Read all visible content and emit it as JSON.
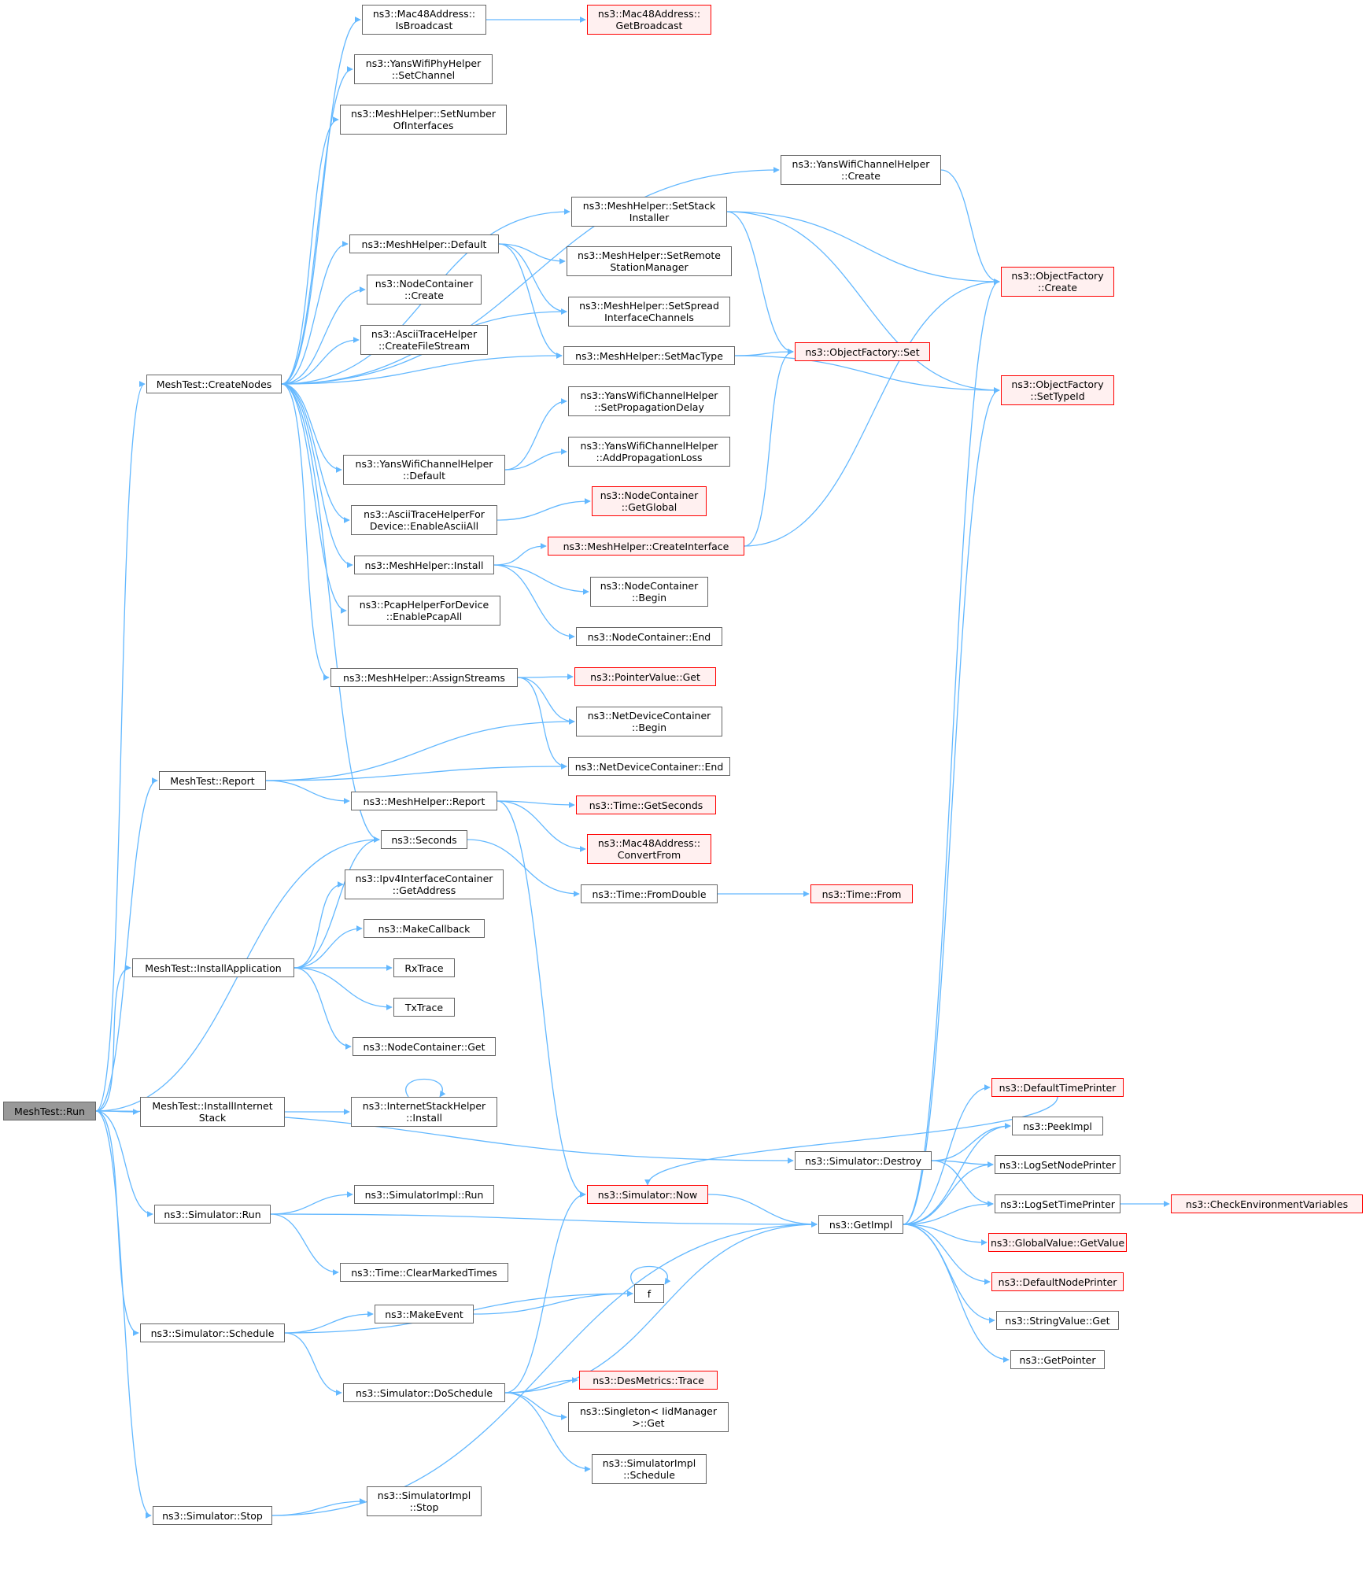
{
  "colors": {
    "edge": "#63b8ff",
    "node_border": "#666666",
    "node_fill": "#ffffff",
    "truncated_border": "#ff0000",
    "truncated_fill": "#fff0f0",
    "root_fill": "#999999"
  },
  "nodes": {
    "run_main": {
      "lines": [
        "MeshTest::Run"
      ],
      "kind": "root"
    },
    "create_nodes": {
      "lines": [
        "MeshTest::CreateNodes"
      ],
      "kind": "normal"
    },
    "report_test": {
      "lines": [
        "MeshTest::Report"
      ],
      "kind": "normal"
    },
    "install_app": {
      "lines": [
        "MeshTest::InstallApplication"
      ],
      "kind": "normal"
    },
    "install_inet": {
      "lines": [
        "MeshTest::InstallInternet",
        "Stack"
      ],
      "kind": "normal"
    },
    "sim_run": {
      "lines": [
        "ns3::Simulator::Run"
      ],
      "kind": "normal"
    },
    "sim_schedule": {
      "lines": [
        "ns3::Simulator::Schedule"
      ],
      "kind": "normal"
    },
    "sim_stop": {
      "lines": [
        "ns3::Simulator::Stop"
      ],
      "kind": "normal"
    },
    "mac_isbroadcast": {
      "lines": [
        "ns3::Mac48Address::",
        "IsBroadcast"
      ],
      "kind": "normal"
    },
    "yans_phy_setchannel": {
      "lines": [
        "ns3::YansWifiPhyHelper",
        "::SetChannel"
      ],
      "kind": "normal"
    },
    "mesh_setnumber": {
      "lines": [
        "ns3::MeshHelper::SetNumber",
        "OfInterfaces"
      ],
      "kind": "normal"
    },
    "mesh_default": {
      "lines": [
        "ns3::MeshHelper::Default"
      ],
      "kind": "normal"
    },
    "nc_create": {
      "lines": [
        "ns3::NodeContainer",
        "::Create"
      ],
      "kind": "normal"
    },
    "ascii_createfile": {
      "lines": [
        "ns3::AsciiTraceHelper",
        "::CreateFileStream"
      ],
      "kind": "normal"
    },
    "yans_chan_default": {
      "lines": [
        "ns3::YansWifiChannelHelper",
        "::Default"
      ],
      "kind": "normal"
    },
    "ascii_enableall": {
      "lines": [
        "ns3::AsciiTraceHelperFor",
        "Device::EnableAsciiAll"
      ],
      "kind": "normal"
    },
    "mesh_install": {
      "lines": [
        "ns3::MeshHelper::Install"
      ],
      "kind": "normal"
    },
    "pcap_enableall": {
      "lines": [
        "ns3::PcapHelperForDevice",
        "::EnablePcapAll"
      ],
      "kind": "normal"
    },
    "mesh_assignstreams": {
      "lines": [
        "ns3::MeshHelper::AssignStreams"
      ],
      "kind": "normal"
    },
    "mesh_report": {
      "lines": [
        "ns3::MeshHelper::Report"
      ],
      "kind": "normal"
    },
    "seconds": {
      "lines": [
        "ns3::Seconds"
      ],
      "kind": "normal"
    },
    "ipv4_getaddress": {
      "lines": [
        "ns3::Ipv4InterfaceContainer",
        "::GetAddress"
      ],
      "kind": "normal"
    },
    "makecallback": {
      "lines": [
        "ns3::MakeCallback"
      ],
      "kind": "normal"
    },
    "rxtrace": {
      "lines": [
        "RxTrace"
      ],
      "kind": "normal"
    },
    "txtrace": {
      "lines": [
        "TxTrace"
      ],
      "kind": "normal"
    },
    "nc_get": {
      "lines": [
        "ns3::NodeContainer::Get"
      ],
      "kind": "normal"
    },
    "inet_install": {
      "lines": [
        "ns3::InternetStackHelper",
        "::Install"
      ],
      "kind": "normal"
    },
    "simimpl_run": {
      "lines": [
        "ns3::SimulatorImpl::Run"
      ],
      "kind": "normal"
    },
    "time_clearmarked": {
      "lines": [
        "ns3::Time::ClearMarkedTimes"
      ],
      "kind": "normal"
    },
    "makeevent": {
      "lines": [
        "ns3::MakeEvent"
      ],
      "kind": "normal"
    },
    "sim_doschedule": {
      "lines": [
        "ns3::Simulator::DoSchedule"
      ],
      "kind": "normal"
    },
    "simimpl_stop": {
      "lines": [
        "ns3::SimulatorImpl",
        "::Stop"
      ],
      "kind": "normal"
    },
    "mac_getbroadcast": {
      "lines": [
        "ns3::Mac48Address::",
        "GetBroadcast"
      ],
      "kind": "red"
    },
    "yans_chan_create": {
      "lines": [
        "ns3::YansWifiChannelHelper",
        "::Create"
      ],
      "kind": "normal"
    },
    "mesh_setstack": {
      "lines": [
        "ns3::MeshHelper::SetStack",
        "Installer"
      ],
      "kind": "normal"
    },
    "mesh_setremote": {
      "lines": [
        "ns3::MeshHelper::SetRemote",
        "StationManager"
      ],
      "kind": "normal"
    },
    "mesh_setspread": {
      "lines": [
        "ns3::MeshHelper::SetSpread",
        "InterfaceChannels"
      ],
      "kind": "normal"
    },
    "mesh_setmactype": {
      "lines": [
        "ns3::MeshHelper::SetMacType"
      ],
      "kind": "normal"
    },
    "yans_setprop": {
      "lines": [
        "ns3::YansWifiChannelHelper",
        "::SetPropagationDelay"
      ],
      "kind": "normal"
    },
    "yans_addloss": {
      "lines": [
        "ns3::YansWifiChannelHelper",
        "::AddPropagationLoss"
      ],
      "kind": "normal"
    },
    "nc_getglobal": {
      "lines": [
        "ns3::NodeContainer",
        "::GetGlobal"
      ],
      "kind": "red"
    },
    "mesh_createif": {
      "lines": [
        "ns3::MeshHelper::CreateInterface"
      ],
      "kind": "red"
    },
    "nc_begin": {
      "lines": [
        "ns3::NodeContainer",
        "::Begin"
      ],
      "kind": "normal"
    },
    "nc_end": {
      "lines": [
        "ns3::NodeContainer::End"
      ],
      "kind": "normal"
    },
    "pointer_get": {
      "lines": [
        "ns3::PointerValue::Get"
      ],
      "kind": "red"
    },
    "ndc_begin": {
      "lines": [
        "ns3::NetDeviceContainer",
        "::Begin"
      ],
      "kind": "normal"
    },
    "ndc_end": {
      "lines": [
        "ns3::NetDeviceContainer::End"
      ],
      "kind": "normal"
    },
    "time_getseconds": {
      "lines": [
        "ns3::Time::GetSeconds"
      ],
      "kind": "red"
    },
    "mac_convertfrom": {
      "lines": [
        "ns3::Mac48Address::",
        "ConvertFrom"
      ],
      "kind": "red"
    },
    "time_fromdouble": {
      "lines": [
        "ns3::Time::FromDouble"
      ],
      "kind": "normal"
    },
    "time_from": {
      "lines": [
        "ns3::Time::From"
      ],
      "kind": "red"
    },
    "sim_destroy": {
      "lines": [
        "ns3::Simulator::Destroy"
      ],
      "kind": "normal"
    },
    "sim_now": {
      "lines": [
        "ns3::Simulator::Now"
      ],
      "kind": "red"
    },
    "getimpl": {
      "lines": [
        "ns3::GetImpl"
      ],
      "kind": "normal"
    },
    "f_func": {
      "lines": [
        "f"
      ],
      "kind": "normal"
    },
    "desmetrics_trace": {
      "lines": [
        "ns3::DesMetrics::Trace"
      ],
      "kind": "red"
    },
    "singleton_get": {
      "lines": [
        "ns3::Singleton< IidManager",
        ">::Get"
      ],
      "kind": "normal"
    },
    "simimpl_schedule": {
      "lines": [
        "ns3::SimulatorImpl",
        "::Schedule"
      ],
      "kind": "normal"
    },
    "of_create": {
      "lines": [
        "ns3::ObjectFactory",
        "::Create"
      ],
      "kind": "red"
    },
    "of_set": {
      "lines": [
        "ns3::ObjectFactory::Set"
      ],
      "kind": "red"
    },
    "of_settypeid": {
      "lines": [
        "ns3::ObjectFactory",
        "::SetTypeId"
      ],
      "kind": "red"
    },
    "default_timeprinter": {
      "lines": [
        "ns3::DefaultTimePrinter"
      ],
      "kind": "red"
    },
    "peekimpl": {
      "lines": [
        "ns3::PeekImpl"
      ],
      "kind": "normal"
    },
    "log_setnode": {
      "lines": [
        "ns3::LogSetNodePrinter"
      ],
      "kind": "normal"
    },
    "log_settime": {
      "lines": [
        "ns3::LogSetTimePrinter"
      ],
      "kind": "normal"
    },
    "globalvalue_get": {
      "lines": [
        "ns3::GlobalValue::GetValue"
      ],
      "kind": "red"
    },
    "default_nodeprinter": {
      "lines": [
        "ns3::DefaultNodePrinter"
      ],
      "kind": "red"
    },
    "stringvalue_get": {
      "lines": [
        "ns3::StringValue::Get"
      ],
      "kind": "normal"
    },
    "getpointer": {
      "lines": [
        "ns3::GetPointer"
      ],
      "kind": "normal"
    },
    "check_env": {
      "lines": [
        "ns3::CheckEnvironmentVariables"
      ],
      "kind": "red"
    }
  },
  "edges": [
    [
      "run_main",
      "create_nodes"
    ],
    [
      "run_main",
      "report_test"
    ],
    [
      "run_main",
      "seconds"
    ],
    [
      "run_main",
      "install_app"
    ],
    [
      "run_main",
      "install_inet"
    ],
    [
      "run_main",
      "sim_destroy"
    ],
    [
      "run_main",
      "sim_run"
    ],
    [
      "run_main",
      "sim_schedule"
    ],
    [
      "run_main",
      "sim_stop"
    ],
    [
      "create_nodes",
      "mac_isbroadcast"
    ],
    [
      "create_nodes",
      "yans_phy_setchannel"
    ],
    [
      "create_nodes",
      "mesh_setnumber"
    ],
    [
      "create_nodes",
      "yans_chan_create"
    ],
    [
      "create_nodes",
      "mesh_setstack"
    ],
    [
      "create_nodes",
      "mesh_default"
    ],
    [
      "create_nodes",
      "nc_create"
    ],
    [
      "create_nodes",
      "ascii_createfile"
    ],
    [
      "create_nodes",
      "mesh_setspread"
    ],
    [
      "create_nodes",
      "mesh_setmactype"
    ],
    [
      "create_nodes",
      "yans_chan_default"
    ],
    [
      "create_nodes",
      "ascii_enableall"
    ],
    [
      "create_nodes",
      "mesh_install"
    ],
    [
      "create_nodes",
      "pcap_enableall"
    ],
    [
      "create_nodes",
      "mesh_assignstreams"
    ],
    [
      "create_nodes",
      "seconds"
    ],
    [
      "mac_isbroadcast",
      "mac_getbroadcast"
    ],
    [
      "yans_chan_create",
      "of_create"
    ],
    [
      "mesh_setstack",
      "of_create"
    ],
    [
      "mesh_setstack",
      "of_set"
    ],
    [
      "mesh_setstack",
      "of_settypeid"
    ],
    [
      "mesh_default",
      "mesh_setremote"
    ],
    [
      "mesh_default",
      "mesh_setspread"
    ],
    [
      "mesh_default",
      "mesh_setmactype"
    ],
    [
      "mesh_setmactype",
      "of_set"
    ],
    [
      "mesh_setmactype",
      "of_settypeid"
    ],
    [
      "yans_chan_default",
      "yans_setprop"
    ],
    [
      "yans_chan_default",
      "yans_addloss"
    ],
    [
      "ascii_enableall",
      "nc_getglobal"
    ],
    [
      "mesh_install",
      "mesh_createif"
    ],
    [
      "mesh_install",
      "nc_begin"
    ],
    [
      "mesh_install",
      "nc_end"
    ],
    [
      "mesh_createif",
      "of_set"
    ],
    [
      "mesh_createif",
      "of_create"
    ],
    [
      "mesh_assignstreams",
      "pointer_get"
    ],
    [
      "mesh_assignstreams",
      "ndc_begin"
    ],
    [
      "mesh_assignstreams",
      "ndc_end"
    ],
    [
      "report_test",
      "ndc_begin"
    ],
    [
      "report_test",
      "ndc_end"
    ],
    [
      "report_test",
      "mesh_report"
    ],
    [
      "mesh_report",
      "time_getseconds"
    ],
    [
      "mesh_report",
      "mac_convertfrom"
    ],
    [
      "mesh_report",
      "sim_now"
    ],
    [
      "seconds",
      "time_fromdouble"
    ],
    [
      "time_fromdouble",
      "time_from"
    ],
    [
      "install_app",
      "seconds"
    ],
    [
      "install_app",
      "ipv4_getaddress"
    ],
    [
      "install_app",
      "makecallback"
    ],
    [
      "install_app",
      "rxtrace"
    ],
    [
      "install_app",
      "txtrace"
    ],
    [
      "install_app",
      "nc_get"
    ],
    [
      "install_inet",
      "inet_install"
    ],
    [
      "inet_install",
      "inet_install"
    ],
    [
      "sim_destroy",
      "peekimpl"
    ],
    [
      "sim_destroy",
      "log_setnode"
    ],
    [
      "sim_destroy",
      "log_settime"
    ],
    [
      "sim_run",
      "simimpl_run"
    ],
    [
      "sim_run",
      "getimpl"
    ],
    [
      "sim_run",
      "time_clearmarked"
    ],
    [
      "sim_schedule",
      "makeevent"
    ],
    [
      "sim_schedule",
      "f_func"
    ],
    [
      "sim_schedule",
      "sim_doschedule"
    ],
    [
      "makeevent",
      "f_func"
    ],
    [
      "f_func",
      "f_func"
    ],
    [
      "sim_doschedule",
      "sim_now"
    ],
    [
      "sim_doschedule",
      "getimpl"
    ],
    [
      "sim_doschedule",
      "desmetrics_trace"
    ],
    [
      "sim_doschedule",
      "singleton_get"
    ],
    [
      "sim_doschedule",
      "simimpl_schedule"
    ],
    [
      "sim_stop",
      "getimpl"
    ],
    [
      "sim_stop",
      "simimpl_stop"
    ],
    [
      "sim_now",
      "getimpl"
    ],
    [
      "getimpl",
      "of_create"
    ],
    [
      "getimpl",
      "of_settypeid"
    ],
    [
      "getimpl",
      "default_timeprinter"
    ],
    [
      "getimpl",
      "peekimpl"
    ],
    [
      "getimpl",
      "log_setnode"
    ],
    [
      "getimpl",
      "log_settime"
    ],
    [
      "getimpl",
      "globalvalue_get"
    ],
    [
      "getimpl",
      "default_nodeprinter"
    ],
    [
      "getimpl",
      "stringvalue_get"
    ],
    [
      "getimpl",
      "getpointer"
    ],
    [
      "default_timeprinter",
      "sim_now"
    ],
    [
      "log_settime",
      "check_env"
    ]
  ]
}
